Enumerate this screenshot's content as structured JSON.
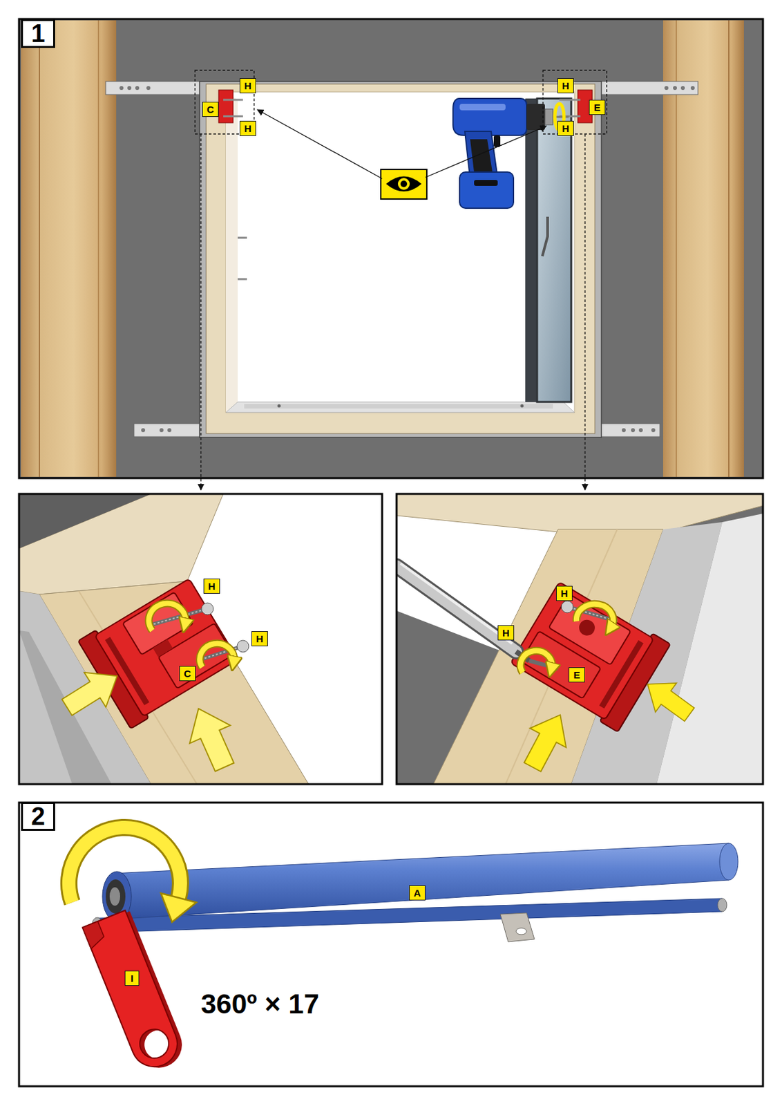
{
  "diagram": {
    "nodes": [
      {
        "text": [
          "1"
        ]
      },
      {
        "text": [
          "H"
        ]
      },
      {
        "text": [
          "C"
        ]
      },
      {
        "text": [
          "H"
        ]
      },
      {
        "text": [
          "H"
        ]
      },
      {
        "text": [
          "E"
        ]
      },
      {
        "text": [
          "H"
        ]
      },
      {
        "text": [
          "H"
        ]
      },
      {
        "text": [
          "H"
        ]
      },
      {
        "text": [
          "C"
        ]
      },
      {
        "text": [
          "H"
        ]
      },
      {
        "text": [
          "H"
        ]
      },
      {
        "text": [
          "E"
        ]
      },
      {
        "text": [
          "2"
        ]
      },
      {
        "text": [
          "A"
        ]
      },
      {
        "text": [
          "I"
        ]
      }
    ],
    "labels": [
      "360º × 17"
    ]
  }
}
